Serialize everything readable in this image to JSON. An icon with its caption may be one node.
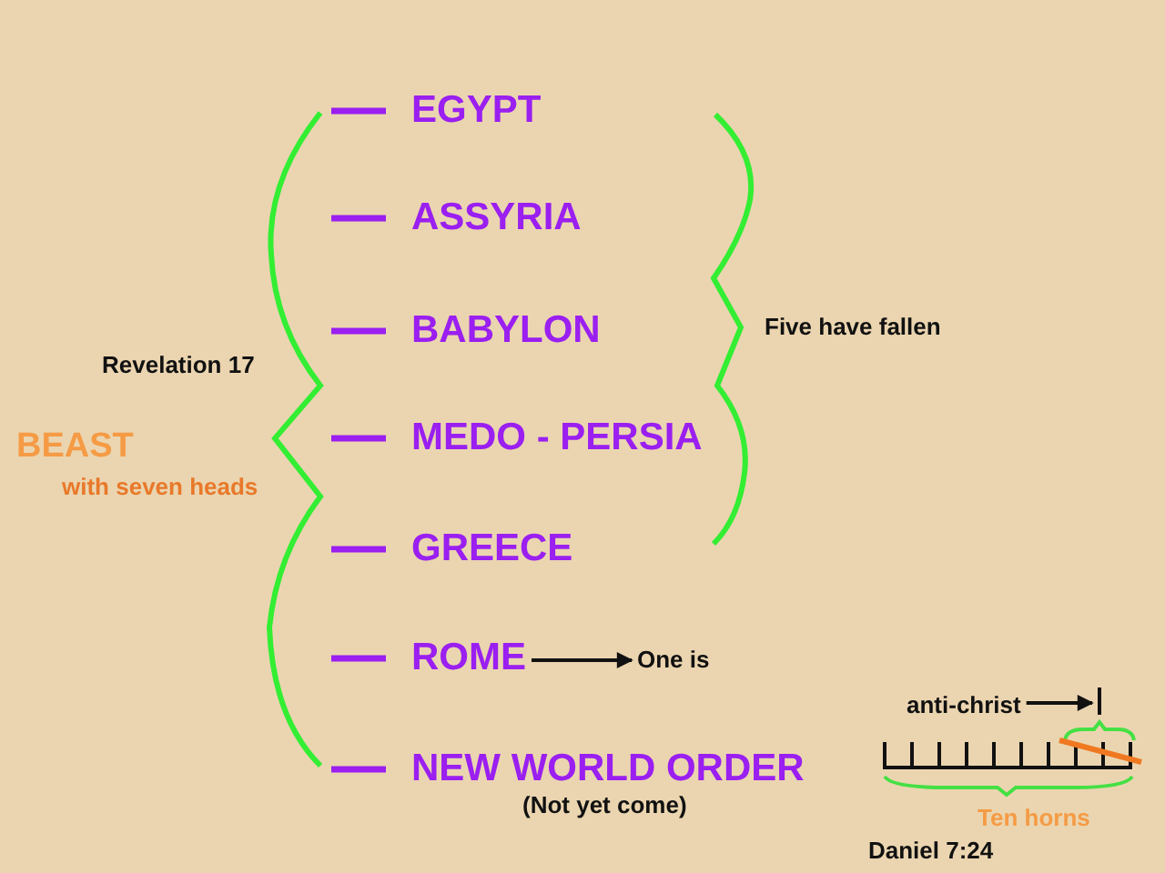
{
  "diagram": {
    "nodes": [
      {
        "text": [
          "EGYPT"
        ]
      },
      {
        "text": [
          "ASSYRIA"
        ]
      },
      {
        "text": [
          "BABYLON"
        ]
      },
      {
        "text": [
          "MEDO - PERSIA"
        ]
      },
      {
        "text": [
          "GREECE"
        ]
      },
      {
        "text": [
          "ROME"
        ]
      },
      {
        "text": [
          "One is"
        ]
      },
      {
        "text": [
          "anti-christ"
        ]
      },
      {
        "text": [],
        "shape": "bar"
      },
      {
        "text": [
          "NEW WORLD ORDER"
        ],
        "beside": [
          "(Not yet come)"
        ]
      }
    ],
    "edges": [
      {
        "from": 5,
        "to": 6,
        "arrow": "to"
      },
      {
        "from": 7,
        "to": 8,
        "arrow": "to"
      }
    ],
    "labels": [
      "Five have fallen",
      "Revelation 17",
      "BEAST",
      "with seven heads",
      "Ten horns",
      "Daniel 7:24"
    ]
  }
}
